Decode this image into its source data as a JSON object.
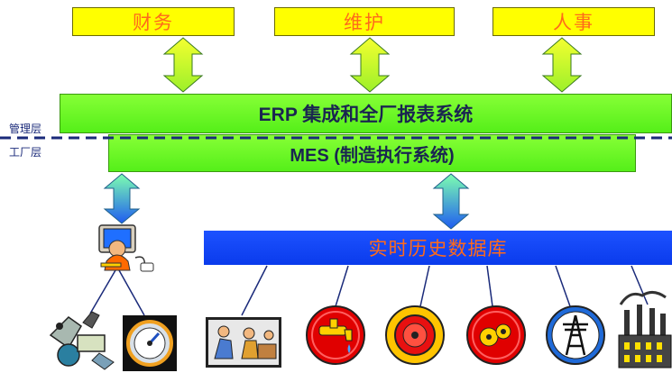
{
  "top_modules": [
    "财务",
    "维护",
    "人事"
  ],
  "erp_label": "ERP 集成和全厂报表系统",
  "mes_label": "MES (制造执行系统)",
  "database_label": "实时历史数据库",
  "layers": {
    "management": "管理层",
    "factory": "工厂层"
  },
  "colors": {
    "module_fill": "#ffff00",
    "module_text": "#ff6a1a",
    "system_green": "#5cf21f",
    "database_blue": "#0d3ef0",
    "divider": "#1a2a7a"
  },
  "devices": [
    "process-equipment-icon",
    "pressure-gauge-icon",
    "workers-icon",
    "water-tap-icon",
    "alarm-bell-icon",
    "motor-icon",
    "power-tower-icon",
    "factory-icon"
  ]
}
